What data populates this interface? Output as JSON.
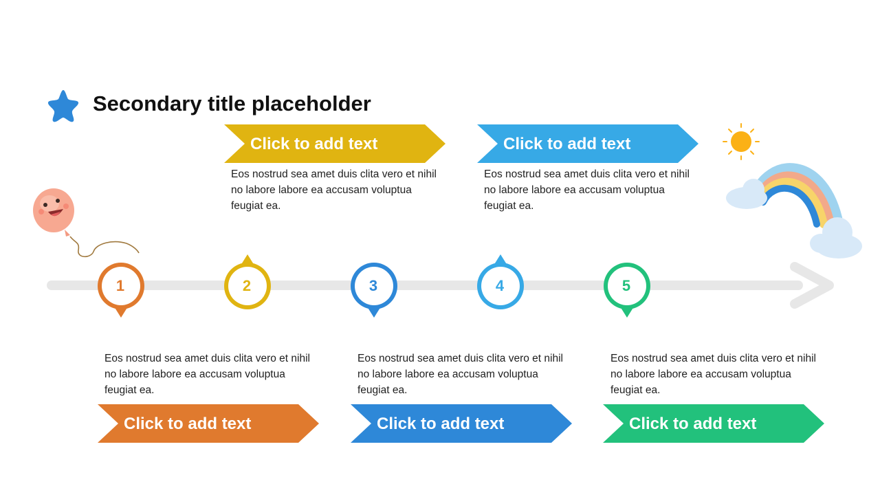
{
  "title": "Secondary title placeholder",
  "timeline": {
    "steps": [
      {
        "number": "1",
        "color": "#e07a2e",
        "pin": "down",
        "banner": "Click to add text",
        "description": "Eos nostrud sea amet duis clita vero et nihil no labore labore ea accusam voluptua feugiat ea."
      },
      {
        "number": "2",
        "color": "#e0b411",
        "pin": "up",
        "banner": "Click to add text",
        "description": "Eos nostrud sea amet duis clita vero et nihil no labore labore ea accusam voluptua feugiat ea."
      },
      {
        "number": "3",
        "color": "#2e88d8",
        "pin": "down",
        "banner": "Click to add text",
        "description": "Eos nostrud sea amet duis clita vero et nihil no labore labore ea accusam voluptua feugiat ea."
      },
      {
        "number": "4",
        "color": "#37a9e6",
        "pin": "up",
        "banner": "Click to add text",
        "description": "Eos nostrud sea amet duis clita vero et nihil no labore labore ea accusam voluptua feugiat ea."
      },
      {
        "number": "5",
        "color": "#22c17c",
        "pin": "down",
        "banner": "Click to add text",
        "description": "Eos nostrud sea amet duis clita vero et nihil no labore labore ea accusam voluptua feugiat ea."
      }
    ]
  },
  "icons": {
    "title": "star-icon",
    "left_decoration": "balloon-icon",
    "right_decoration": "rainbow-sun-clouds-icon"
  },
  "colors": {
    "timeline": "#e7e7e7",
    "title_star": "#2e88d8"
  }
}
